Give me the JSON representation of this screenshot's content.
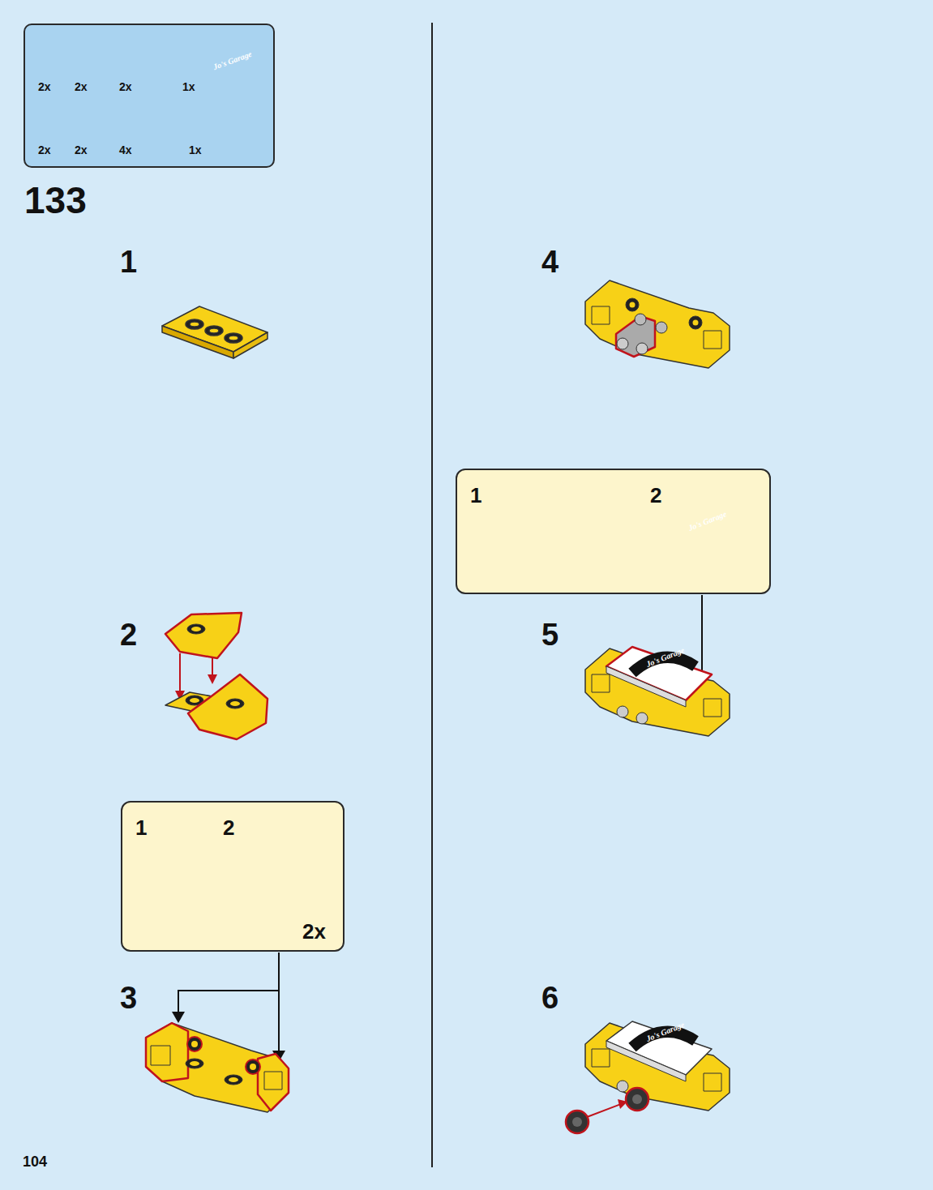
{
  "diagram": {
    "nodes": [
      {
        "text": [
          "2x",
          "2x",
          "2x",
          "1x",
          "2x",
          "2x",
          "4x",
          "1x"
        ]
      },
      {
        "text": [
          "1",
          "2",
          "2x"
        ]
      },
      {
        "text": [
          "1",
          "2"
        ]
      }
    ],
    "labels": [
      "133",
      "1",
      "2",
      "3",
      "4",
      "5",
      "6",
      "104",
      "Jo's Garage",
      "Jo's Garage",
      "Jo's Garage",
      "Jo's Garage"
    ]
  }
}
